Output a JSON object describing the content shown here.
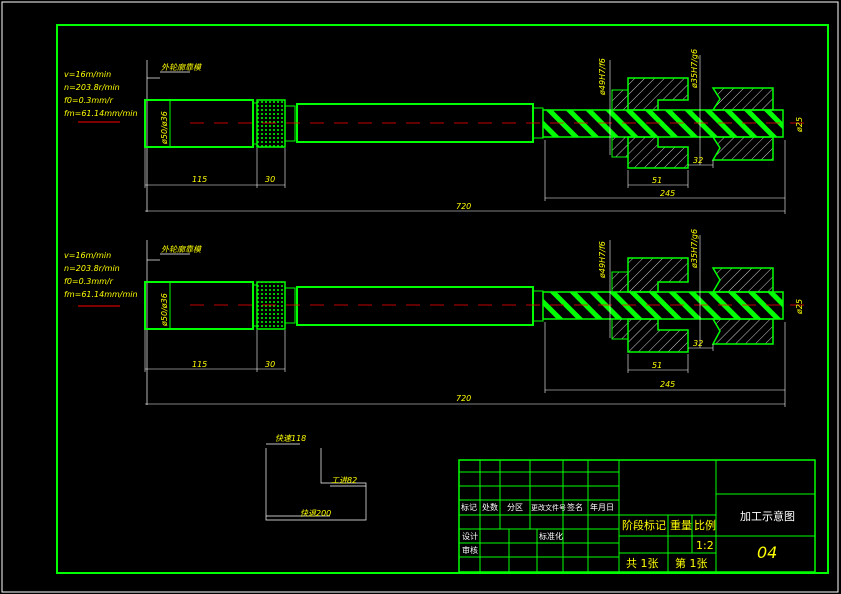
{
  "params": [
    "v=16m/min",
    "n=203.8r/min",
    "f0=0.3mm/r",
    "fm=61.14mm/min"
  ],
  "leader_note": "外轮廓靠模",
  "dims": {
    "d1": "ø50/ø36",
    "d2": "ø49H7/f6",
    "d3": "ø35H7/g6",
    "d4": "ø25",
    "len115": "115",
    "len30": "30",
    "len720": "720",
    "len245": "245",
    "len51": "51",
    "len32": "32"
  },
  "sketch": {
    "top": "快速118",
    "mid": "工进82",
    "bottom": "快退200"
  },
  "title_block": {
    "row_labels": [
      "标记",
      "处数",
      "分区",
      "更改文件号",
      "签名",
      "年月日"
    ],
    "design": "设计",
    "standardize": "标准化",
    "review": "审核",
    "stage": "阶段标记",
    "weight": "重量",
    "scale_label": "比例",
    "scale": "1:2",
    "sheets": "共 1张",
    "sheet": "第 1张",
    "title": "加工示意图",
    "code": "04"
  },
  "colors": {
    "frame": "#00ff00",
    "dimension": "#ffffff",
    "text": "#ffff00",
    "centerline": "#ff0000"
  }
}
